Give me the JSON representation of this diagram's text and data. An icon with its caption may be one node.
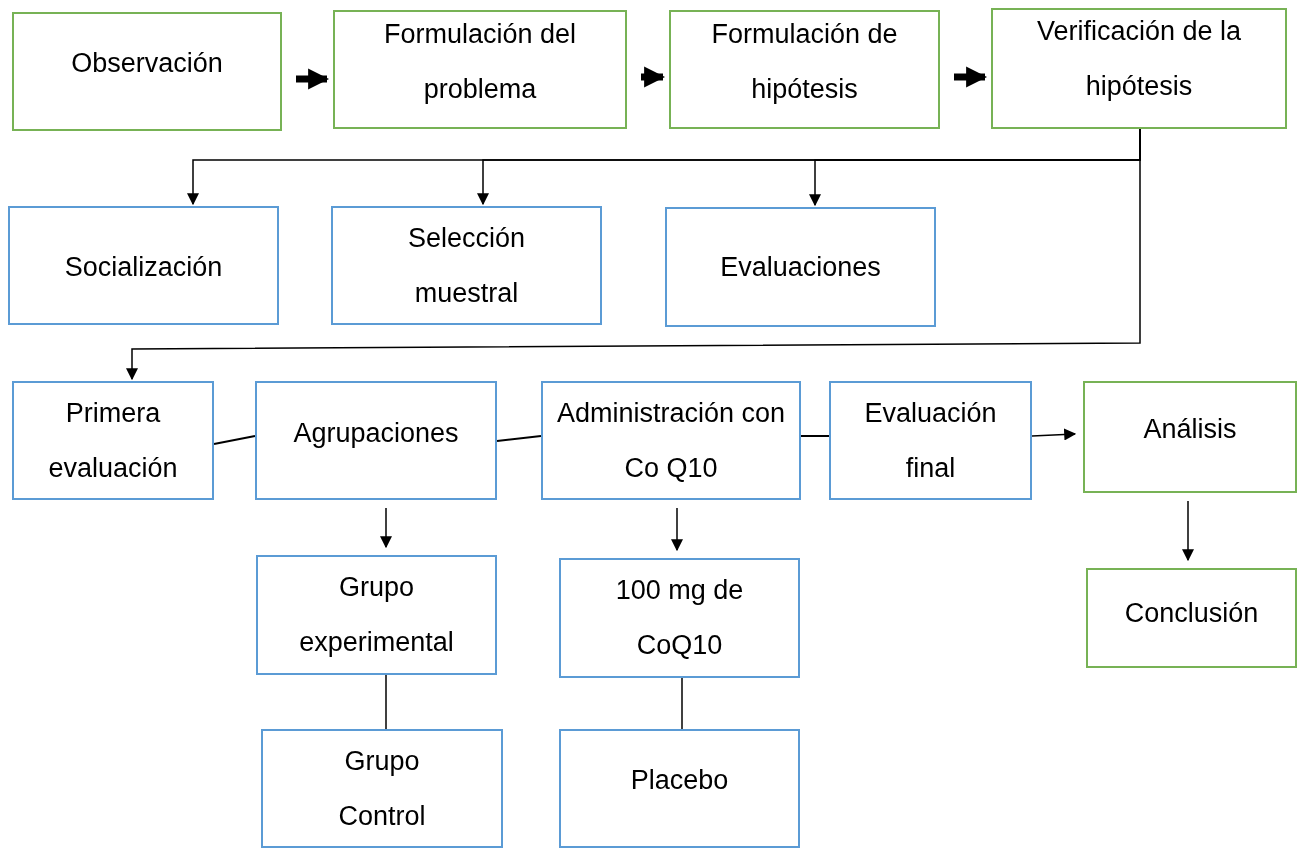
{
  "diagram": {
    "nodes": [
      {
        "text": [
          "Observación"
        ]
      },
      {
        "text": [
          "Formulación del problema"
        ]
      },
      {
        "text": [
          "Formulación de hipótesis"
        ]
      },
      {
        "text": [
          "Verificación de la hipótesis"
        ]
      },
      {
        "text": [
          "Socialización"
        ]
      },
      {
        "text": [
          "Selección muestral"
        ]
      },
      {
        "text": [
          "Evaluaciones"
        ]
      },
      {
        "text": [
          "Primera evaluación"
        ]
      },
      {
        "text": [
          "Agrupaciones"
        ]
      },
      {
        "text": [
          "Administración con Co Q10"
        ]
      },
      {
        "text": [
          "Evaluación final"
        ]
      },
      {
        "text": [
          "Análisis"
        ]
      },
      {
        "text": [
          "Grupo experimental"
        ]
      },
      {
        "text": [
          "100 mg de CoQ10"
        ]
      },
      {
        "text": [
          "Conclusión"
        ]
      },
      {
        "text": [
          "Grupo Control"
        ]
      },
      {
        "text": [
          "Placebo"
        ]
      }
    ],
    "edges": [
      {
        "from": 0,
        "to": 1,
        "arrow": "to",
        "style": "thick"
      },
      {
        "from": 1,
        "to": 2,
        "arrow": "to",
        "style": "thick"
      },
      {
        "from": 2,
        "to": 3,
        "arrow": "to",
        "style": "thick"
      },
      {
        "from": 3,
        "to": 4,
        "arrow": "to"
      },
      {
        "from": 3,
        "to": 5,
        "arrow": "to"
      },
      {
        "from": 3,
        "to": 6,
        "arrow": "to"
      },
      {
        "from": 3,
        "to": 7,
        "arrow": "to"
      },
      {
        "from": 7,
        "to": 8,
        "arrow": "none"
      },
      {
        "from": 8,
        "to": 9,
        "arrow": "none"
      },
      {
        "from": 9,
        "to": 10,
        "arrow": "none"
      },
      {
        "from": 10,
        "to": 11,
        "arrow": "to"
      },
      {
        "from": 8,
        "to": 12,
        "arrow": "to"
      },
      {
        "from": 9,
        "to": 13,
        "arrow": "to"
      },
      {
        "from": 11,
        "to": 14,
        "arrow": "to"
      },
      {
        "from": 12,
        "to": 15,
        "arrow": "none"
      },
      {
        "from": 13,
        "to": 16,
        "arrow": "none"
      }
    ]
  }
}
